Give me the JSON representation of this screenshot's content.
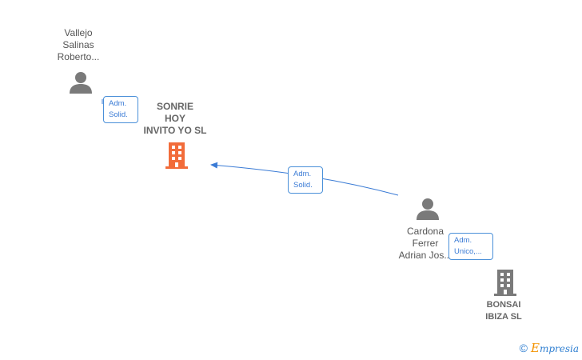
{
  "nodes": {
    "person_vallejo": {
      "lines": [
        "Vallejo",
        "Salinas",
        "Roberto..."
      ]
    },
    "company_sonrie": {
      "lines": [
        "SONRIE",
        "HOY",
        "INVITO YO  SL"
      ]
    },
    "person_cardona": {
      "lines": [
        "Cardona",
        "Ferrer",
        "Adrian Jos..."
      ]
    },
    "company_bonsai": {
      "lines": [
        "BONSAI",
        "IBIZA  SL"
      ]
    }
  },
  "roles": {
    "vallejo_to_sonrie": [
      "Adm.",
      "Solid."
    ],
    "cardona_to_sonrie": [
      "Adm.",
      "Solid."
    ],
    "cardona_to_bonsai": [
      "Adm.",
      "Unico,..."
    ]
  },
  "footer": {
    "copyright": "©",
    "brand_first": "E",
    "brand_rest": "mpresia"
  },
  "colors": {
    "person": "#7a7a7a",
    "company_main": "#f26c3a",
    "company_other": "#7a7a7a",
    "edge": "#3a7bd5"
  }
}
